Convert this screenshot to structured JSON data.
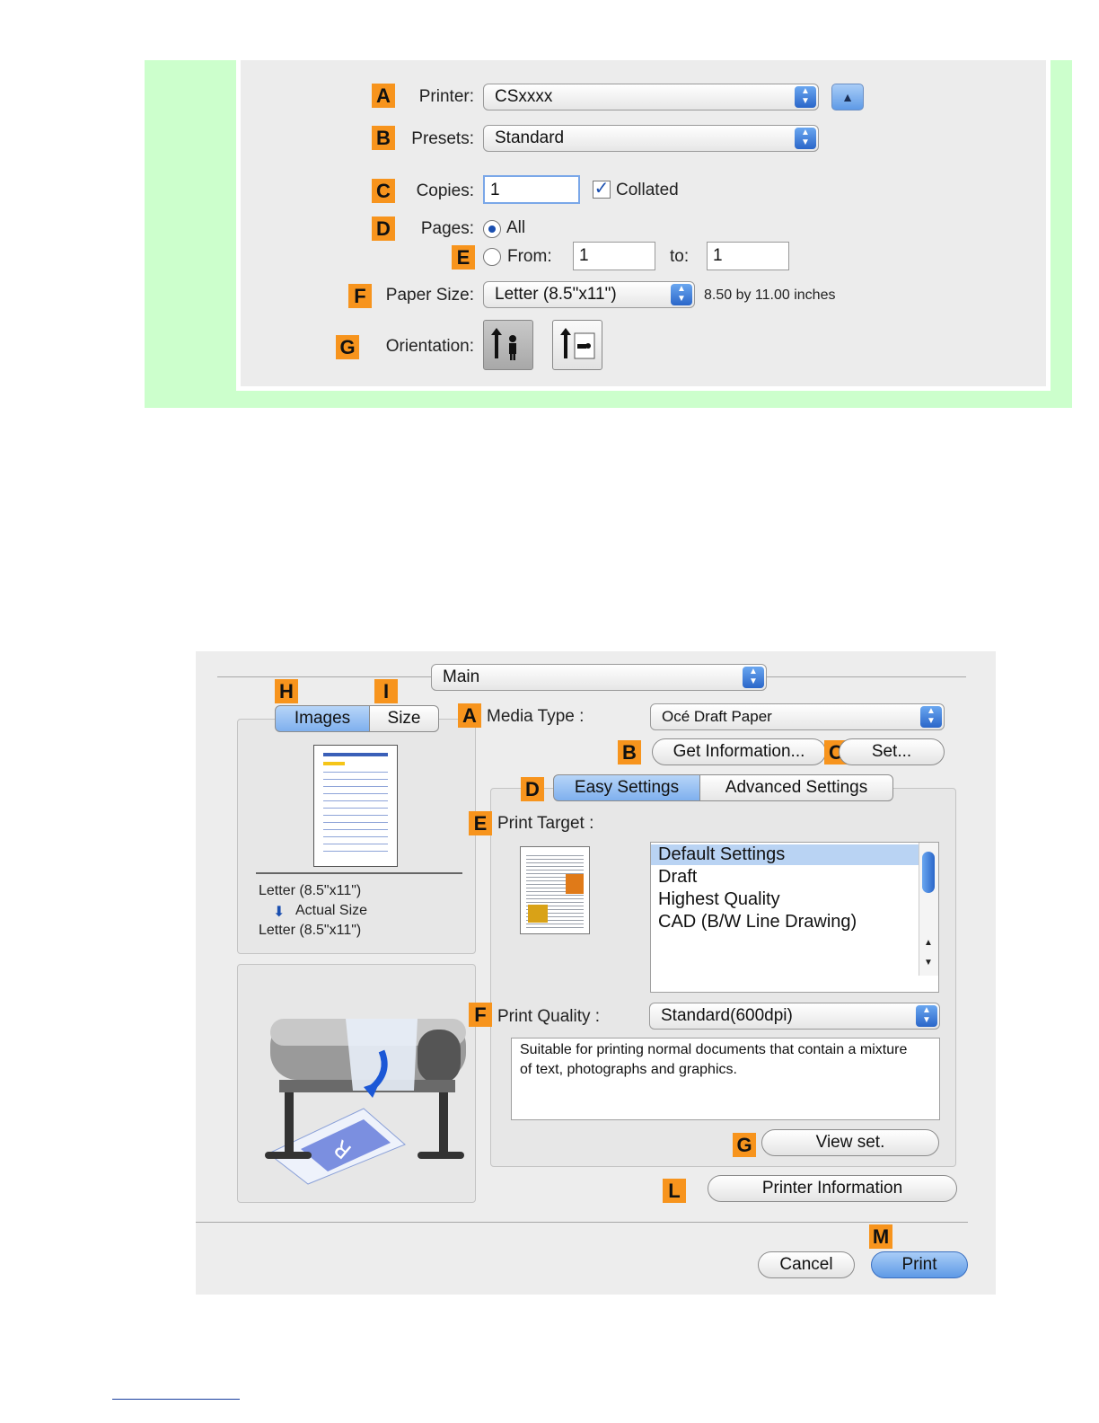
{
  "print_dialog": {
    "printer": {
      "badge": "A",
      "label": "Printer:",
      "value": "CSxxxx"
    },
    "presets": {
      "badge": "B",
      "label": "Presets:",
      "value": "Standard"
    },
    "copies": {
      "badge": "C",
      "label": "Copies:",
      "value": "1",
      "collated_label": "Collated",
      "collated_checked": true
    },
    "pages": {
      "badge": "D",
      "label": "Pages:",
      "all_label": "All",
      "all_selected": true
    },
    "range": {
      "badge": "E",
      "from_label": "From:",
      "from_value": "1",
      "to_label": "to:",
      "to_value": "1"
    },
    "paper_size": {
      "badge": "F",
      "label": "Paper Size:",
      "value": "Letter (8.5\"x11\")",
      "dimensions": "8.50 by 11.00 inches"
    },
    "orientation": {
      "badge": "G",
      "label": "Orientation:",
      "selected": "portrait"
    }
  },
  "main_dialog": {
    "panel_select": "Main",
    "preview_tabs": {
      "images_badge": "H",
      "images_label": "Images",
      "size_badge": "I",
      "size_label": "Size",
      "selected": "Images"
    },
    "size_info": {
      "input_size": "Letter (8.5\"x11\")",
      "scaling": "Actual Size",
      "output_size": "Letter (8.5\"x11\")"
    },
    "media_type": {
      "badge": "A",
      "label": "Media Type :",
      "value": "Océ Draft Paper"
    },
    "get_information": {
      "badge": "B",
      "label": "Get Information..."
    },
    "set": {
      "badge": "C",
      "label": "Set..."
    },
    "settings_tabs": {
      "badge": "D",
      "easy": "Easy Settings",
      "advanced": "Advanced Settings",
      "selected": "Easy Settings"
    },
    "print_target": {
      "badge": "E",
      "label": "Print Target :",
      "items": [
        "Default Settings",
        "Draft",
        "Highest Quality",
        "CAD (B/W Line Drawing)"
      ],
      "selected": "Default Settings"
    },
    "print_quality": {
      "badge": "F",
      "label": "Print Quality :",
      "value": "Standard(600dpi)",
      "description": "Suitable for printing normal documents that contain a mixture of text, photographs and graphics."
    },
    "view_set": {
      "badge": "G",
      "label": "View set."
    },
    "printer_information": {
      "badge": "L",
      "label": "Printer Information"
    },
    "cancel": {
      "label": "Cancel"
    },
    "print": {
      "badge": "M",
      "label": "Print"
    }
  },
  "colors": {
    "badge": "#f7941d",
    "frame": "#ccffcc",
    "accent": "#5e9ae6"
  }
}
